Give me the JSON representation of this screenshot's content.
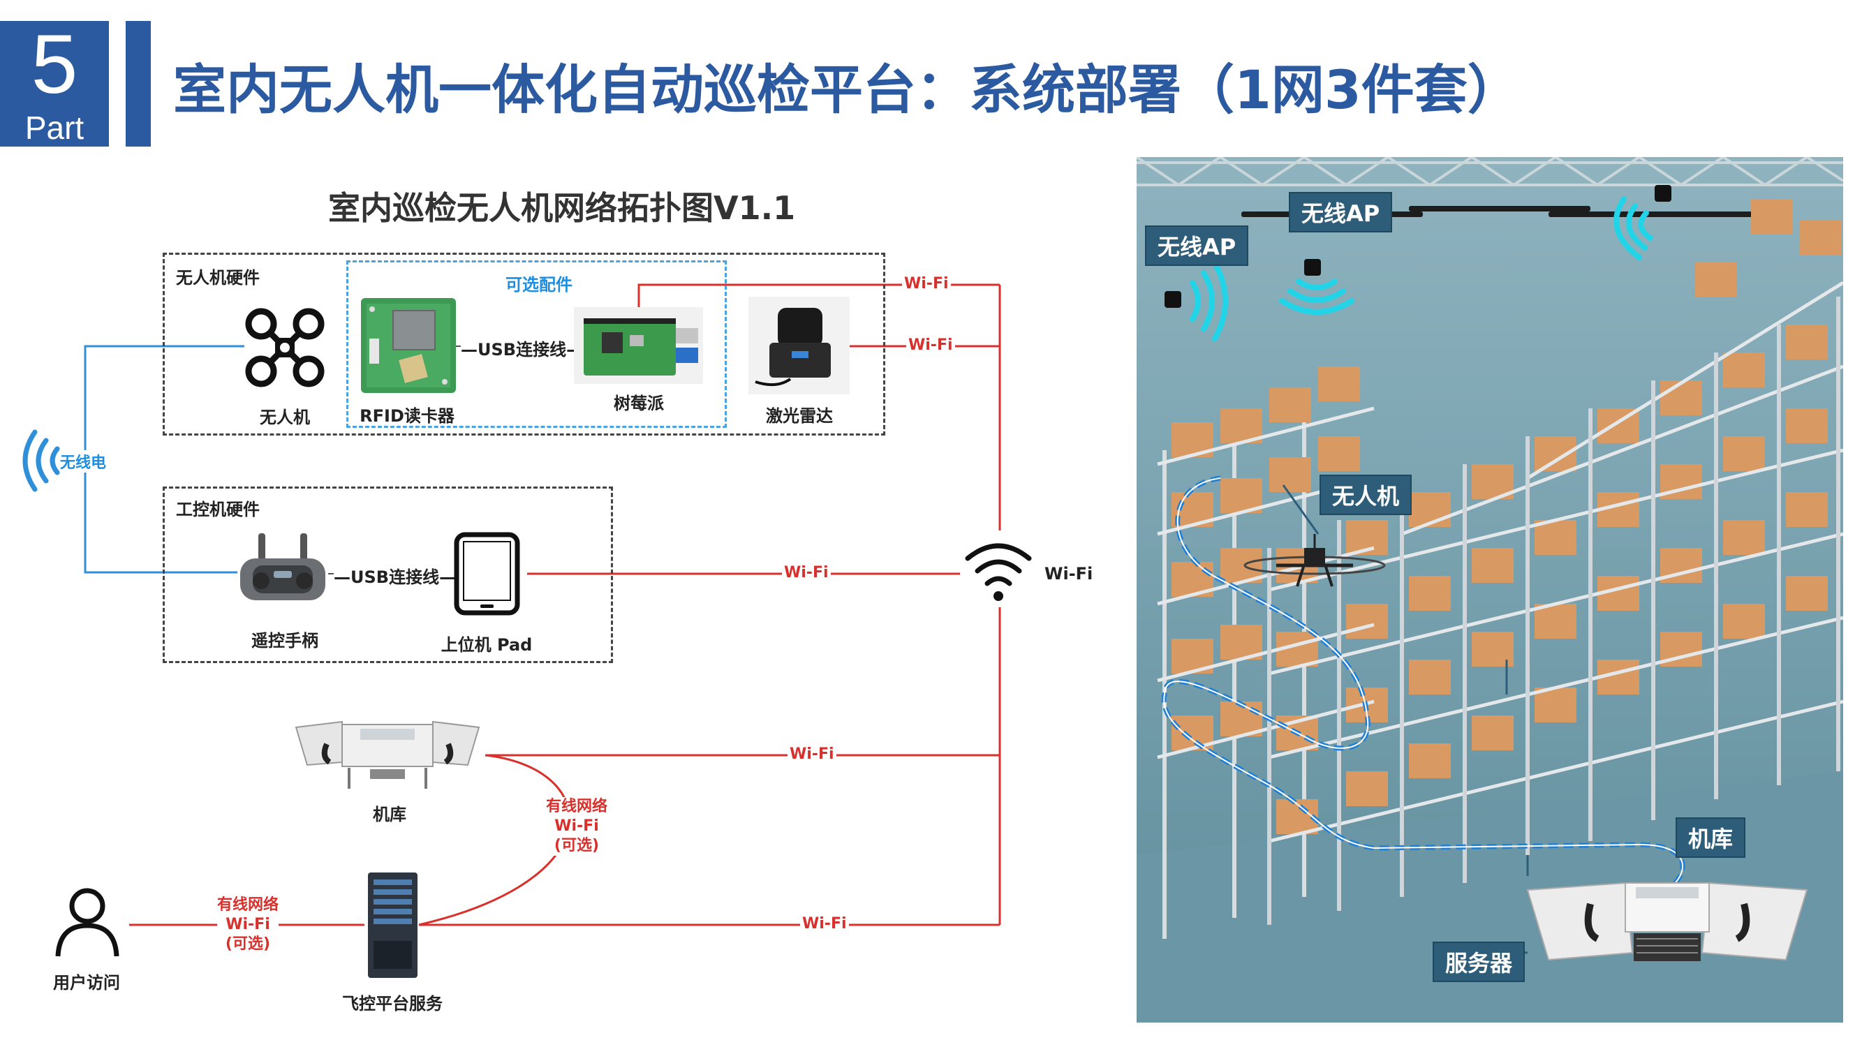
{
  "header": {
    "part_number": "5",
    "part_word": "Part",
    "title": "室内无人机一体化自动巡检平台：系统部署（1网3件套）"
  },
  "diagram": {
    "title": "室内巡检无人机网络拓扑图V1.1",
    "groups": {
      "drone_hw": "无人机硬件",
      "optional": "可选配件",
      "ipc_hw": "工控机硬件"
    },
    "devices": {
      "drone": "无人机",
      "rfid": "RFID读卡器",
      "raspberry": "树莓派",
      "lidar": "激光雷达",
      "remote": "遥控手柄",
      "pad": "上位机 Pad",
      "hangar": "机库",
      "server": "飞控平台服务",
      "user": "用户访问"
    },
    "links": {
      "usb1": "—USB连接线—",
      "usb2": "—USB连接线—",
      "wifi": "Wi-Fi",
      "wifi_hub": "Wi-Fi",
      "radio": "无线电",
      "wired_1": "有线网络",
      "wired_2": "Wi-Fi",
      "wired_3": "(可选)"
    }
  },
  "scene": {
    "labels": {
      "ap1": "无线AP",
      "ap2": "无线AP",
      "drone": "无人机",
      "hangar": "机库",
      "server": "服务器"
    }
  },
  "colors": {
    "brand_blue": "#2c5aa0",
    "link_red": "#d9302c",
    "link_blue": "#1e8fe0",
    "optional_border": "#4aa3df"
  }
}
